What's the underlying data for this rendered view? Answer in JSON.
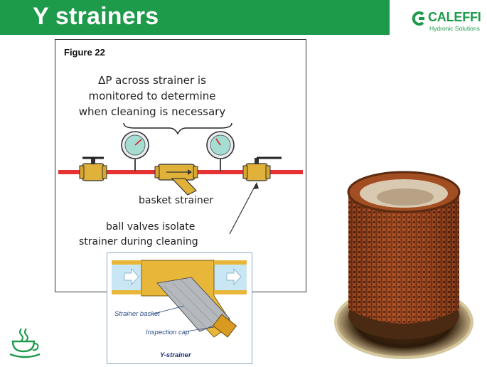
{
  "slide": {
    "title": "Y strainers",
    "colors": {
      "accent_green": "#1e9a4b",
      "pipe_red": "#e63232",
      "brass": "#e0b23a"
    }
  },
  "logo": {
    "name": "CALEFFI",
    "subtitle": "Hydronic Solutions",
    "icon": "caleffi-logo-icon"
  },
  "figure": {
    "label": "Figure 22",
    "dp_text": [
      "ΔP across strainer is",
      "monitored to determine",
      "when cleaning is necessary"
    ],
    "basket_label": "basket strainer",
    "ball_valves_text": [
      "ball valves  isolate",
      "strainer during cleaning"
    ]
  },
  "inset": {
    "strainer_basket_label": "Strainer basket",
    "inspection_cap_label": "Inspection cap",
    "title": "Y-strainer"
  },
  "photo": {
    "subject": "rusted-strainer-basket"
  },
  "footer": {
    "icon": "coffee-cup-icon"
  }
}
